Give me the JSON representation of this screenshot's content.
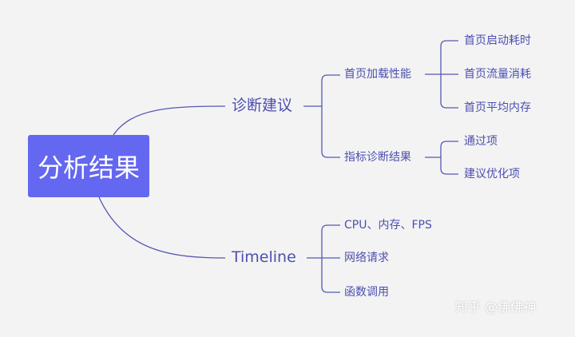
{
  "root": {
    "label": "分析结果"
  },
  "branches": [
    {
      "label": "诊断建议",
      "children": [
        {
          "label": "首页加载性能",
          "children": [
            "首页启动耗时",
            "首页流量消耗",
            "首页平均内存"
          ]
        },
        {
          "label": "指标诊断结果",
          "children": [
            "通过项",
            "建议优化项"
          ]
        }
      ]
    },
    {
      "label": "Timeline",
      "children": [
        {
          "label": "CPU、内存、FPS"
        },
        {
          "label": "网络请求"
        },
        {
          "label": "函数调用"
        }
      ]
    }
  ],
  "watermark": "知乎 @佛佛神",
  "colors": {
    "background": "#f3f3f3",
    "root_fill": "#6467f0",
    "line": "#5558b5",
    "text": "#4c4fb0"
  }
}
